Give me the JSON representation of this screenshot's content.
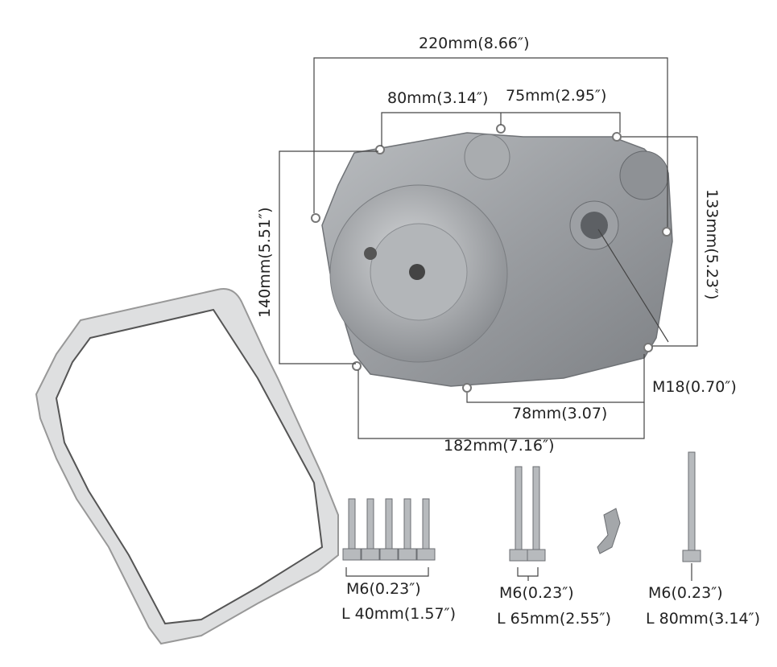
{
  "dimensions": {
    "overall_width": "220mm(8.66″)",
    "top_left_span": "80mm(3.14″)",
    "top_right_span": "75mm(2.95″)",
    "left_height": "140mm(5.51″)",
    "right_height": "133mm(5.23″)",
    "port_thread": "M18(0.70″)",
    "bottom_right_span": "78mm(3.07)",
    "bottom_width": "182mm(7.16″)"
  },
  "bolts": [
    {
      "thread": "M6(0.23″)",
      "length": "L  40mm(1.57″)"
    },
    {
      "thread": "M6(0.23″)",
      "length": "L  65mm(2.55″)"
    },
    {
      "thread": "M6(0.23″)",
      "length": "L  80mm(3.14″)"
    }
  ]
}
